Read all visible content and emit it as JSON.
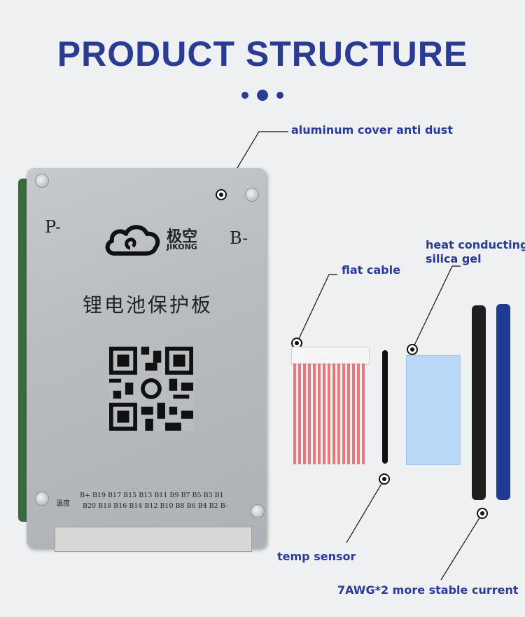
{
  "header": {
    "title": "PRODUCT STRUCTURE"
  },
  "callouts": {
    "aluminum_cover": "aluminum cover anti dust",
    "flat_cable": "flat cable",
    "heat_gel_line1": "heat conducting",
    "heat_gel_line2": "silica gel",
    "temp_sensor": "temp sensor",
    "wire": "7AWG*2 more stable current"
  },
  "board": {
    "p_minus": "P-",
    "b_minus": "B-",
    "brand_cn": "极空",
    "brand_en": "JIKONG",
    "product_cn": "锂电池保护板",
    "temp_cn": "温度",
    "pins_top": "B+  B19  B17  B15  B13  B11  B9  B7  B5  B3  B1",
    "pins_bottom": "B20  B18  B16  B14  B12  B10  B8  B6  B4  B2  B-"
  },
  "colors": {
    "brand_blue": "#2a3b94",
    "board_silver": "#b9bcc0",
    "cable_red": "#e8787c",
    "gel_blue": "#b9d8f5",
    "wire_blue": "#1f3a93"
  }
}
